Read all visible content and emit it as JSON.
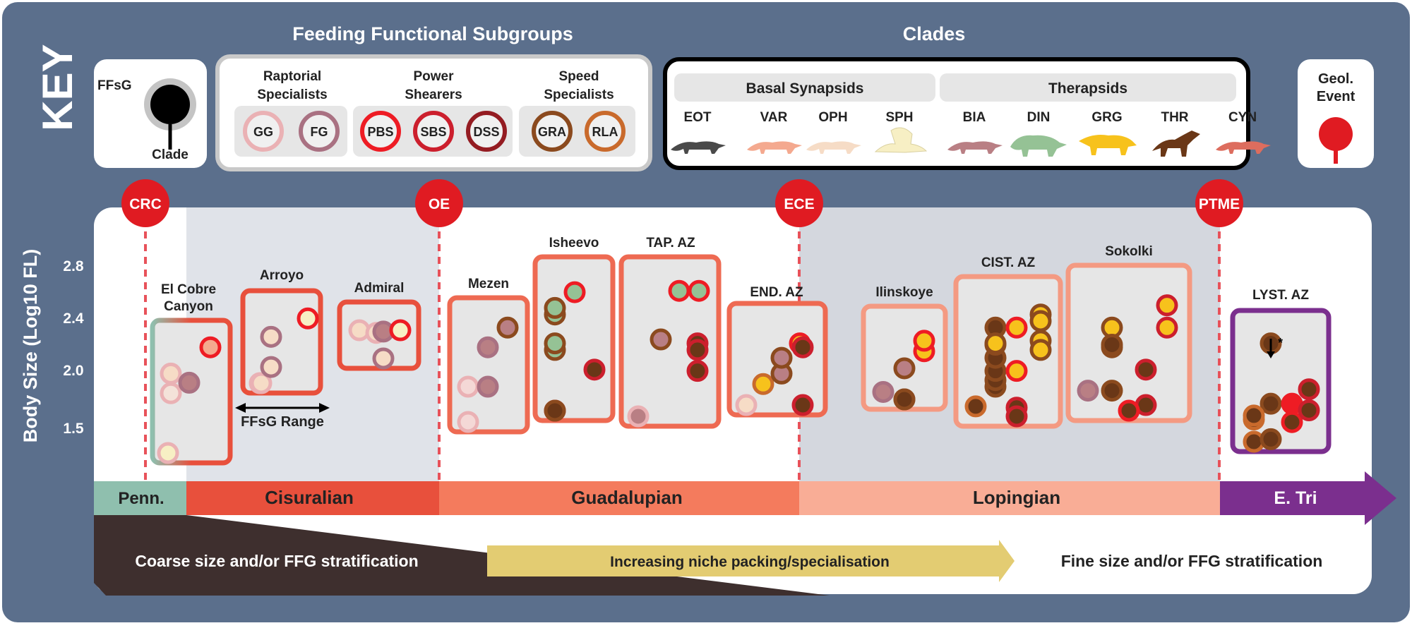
{
  "key": {
    "title": "KEY",
    "ffsg_label": "FFsG",
    "clade_label": "Clade",
    "geol_label_1": "Geol.",
    "geol_label_2": "Event"
  },
  "ffs": {
    "header": "Feeding Functional Subgroups",
    "groups": [
      {
        "label1": "Raptorial",
        "label2": "Specialists",
        "items": [
          {
            "abbr": "GG",
            "color": "#eab1b4"
          },
          {
            "abbr": "FG",
            "color": "#a97182"
          }
        ]
      },
      {
        "label1": "Power",
        "label2": "Shearers",
        "items": [
          {
            "abbr": "PBS",
            "color": "#ee1c24"
          },
          {
            "abbr": "SBS",
            "color": "#cc1f2d"
          },
          {
            "abbr": "DSS",
            "color": "#941c22"
          }
        ]
      },
      {
        "label1": "Speed",
        "label2": "Specialists",
        "items": [
          {
            "abbr": "GRA",
            "color": "#8b4a1e"
          },
          {
            "abbr": "RLA",
            "color": "#c96a2c"
          }
        ]
      }
    ]
  },
  "clades": {
    "header": "Clades",
    "group1": "Basal Synapsids",
    "group2": "Therapsids",
    "items": [
      {
        "abbr": "EOT",
        "color": "#4a4a4a"
      },
      {
        "abbr": "VAR",
        "color": "#f4a98f"
      },
      {
        "abbr": "OPH",
        "color": "#f6dcc6"
      },
      {
        "abbr": "SPH",
        "color": "#f7efc4"
      },
      {
        "abbr": "BIA",
        "color": "#b97f84"
      },
      {
        "abbr": "DIN",
        "color": "#95c295"
      },
      {
        "abbr": "GRG",
        "color": "#f7c21c"
      },
      {
        "abbr": "THR",
        "color": "#6a3717"
      },
      {
        "abbr": "CYN",
        "color": "#dd6d5e"
      }
    ]
  },
  "yaxis": {
    "label": "Body Size (Log10 FL)",
    "ticks": [
      "2.8",
      "2.4",
      "2.0",
      "1.5"
    ]
  },
  "events": [
    "CRC",
    "OE",
    "ECE",
    "PTME"
  ],
  "periods": [
    "Penn.",
    "Cisuralian",
    "Guadalupian",
    "Lopingian",
    "E. Tri"
  ],
  "ffsg_range": "FFsG Range",
  "footer": {
    "left": "Coarse size and/or FFG stratification",
    "middle": "Increasing niche packing/specialisation",
    "right": "Fine size and/or FFG stratification"
  },
  "assemblages": [
    {
      "name": "El Cobre",
      "name2": "Canyon",
      "ring": "#e8503c",
      "ring2": "#8fbfae",
      "points": [
        {
          "fill": "#f7efc4",
          "ring": "#eab1b4",
          "y": 1.3
        },
        {
          "fill": "#f4e2d9",
          "ring": "#eab1b4",
          "y": 1.95
        },
        {
          "fill": "#f6dcc6",
          "ring": "#eab1b4",
          "y": 2.1
        },
        {
          "fill": "#b97f84",
          "ring": "#a97182",
          "y": 2.03
        },
        {
          "fill": "#f4a98f",
          "ring": "#ee1c24",
          "y": 2.3
        }
      ]
    },
    {
      "name": "Arroyo",
      "ring": "#e8503c",
      "points": [
        {
          "fill": "#f6dcc6",
          "ring": "#eab1b4",
          "y": 1.97
        },
        {
          "fill": "#f6dcc6",
          "ring": "#eab1b4",
          "y": 2.02
        },
        {
          "fill": "#f6dcc6",
          "ring": "#a97182",
          "y": 2.15
        },
        {
          "fill": "#f6dcc6",
          "ring": "#a97182",
          "y": 2.38
        },
        {
          "fill": "#f7efc4",
          "ring": "#ee1c24",
          "y": 2.52
        }
      ]
    },
    {
      "name": "Admiral",
      "ring": "#e8503c",
      "points": [
        {
          "fill": "#f6dcc6",
          "ring": "#eab1b4",
          "y": 2.43
        },
        {
          "fill": "#f6dcc6",
          "ring": "#eab1b4",
          "y": 2.41
        },
        {
          "fill": "#b97f84",
          "ring": "#a97182",
          "y": 2.42
        },
        {
          "fill": "#f7efc4",
          "ring": "#ee1c24",
          "y": 2.43
        },
        {
          "fill": "#f6dcc6",
          "ring": "#a97182",
          "y": 2.17
        }
      ]
    },
    {
      "name": "Mezen",
      "ring": "#ee6a52",
      "points": [
        {
          "fill": "#f4d8d6",
          "ring": "#eab1b4",
          "y": 1.6
        },
        {
          "fill": "#f4d8d6",
          "ring": "#eab1b4",
          "y": 2.0
        },
        {
          "fill": "#b97f84",
          "ring": "#a97182",
          "y": 2.0
        },
        {
          "fill": "#b97f84",
          "ring": "#a97182",
          "y": 2.3
        },
        {
          "fill": "#b97f84",
          "ring": "#8b4a1e",
          "y": 2.45
        }
      ]
    },
    {
      "name": "Isheevo",
      "ring": "#ee6a52",
      "points": [
        {
          "fill": "#6a3717",
          "ring": "#ee1c24",
          "y": 1.7
        },
        {
          "fill": "#6a3717",
          "ring": "#8b4a1e",
          "y": 1.8
        },
        {
          "fill": "#95c295",
          "ring": "#8b4a1e",
          "y": 2.28
        },
        {
          "fill": "#95c295",
          "ring": "#8b4a1e",
          "y": 2.33
        },
        {
          "fill": "#95c295",
          "ring": "#8b4a1e",
          "y": 2.55
        },
        {
          "fill": "#95c295",
          "ring": "#8b4a1e",
          "y": 2.6
        },
        {
          "fill": "#95c295",
          "ring": "#ee1c24",
          "y": 2.72
        },
        {
          "fill": "#6a3717",
          "ring": "#cc1f2d",
          "y": 2.13
        }
      ]
    },
    {
      "name": "TAP. AZ",
      "ring": "#ee6a52",
      "points": [
        {
          "fill": "#b97f84",
          "ring": "#eab1b4",
          "y": 1.65
        },
        {
          "fill": "#b97f84",
          "ring": "#8b4a1e",
          "y": 2.36
        },
        {
          "fill": "#95c295",
          "ring": "#ee1c24",
          "y": 2.73
        },
        {
          "fill": "#95c295",
          "ring": "#ee1c24",
          "y": 2.73
        },
        {
          "fill": "#6a3717",
          "ring": "#cc1f2d",
          "y": 2.33
        },
        {
          "fill": "#6a3717",
          "ring": "#cc1f2d",
          "y": 2.28
        },
        {
          "fill": "#6a3717",
          "ring": "#cc1f2d",
          "y": 2.12
        }
      ]
    },
    {
      "name": "END. AZ",
      "ring": "#ee6a52",
      "points": [
        {
          "fill": "#f6dcc6",
          "ring": "#eab1b4",
          "y": 1.78
        },
        {
          "fill": "#f7c21c",
          "ring": "#c96a2c",
          "y": 2.02
        },
        {
          "fill": "#b97f84",
          "ring": "#8b4a1e",
          "y": 2.1
        },
        {
          "fill": "#b97f84",
          "ring": "#8b4a1e",
          "y": 2.22
        },
        {
          "fill": "#f7c21c",
          "ring": "#ee1c24",
          "y": 2.33
        },
        {
          "fill": "#6a3717",
          "ring": "#cc1f2d",
          "y": 2.3
        },
        {
          "fill": "#6a3717",
          "ring": "#cc1f2d",
          "y": 1.85
        }
      ]
    },
    {
      "name": "Ilinskoye",
      "ring": "#f49a82",
      "points": [
        {
          "fill": "#b97f84",
          "ring": "#a97182",
          "y": 1.96
        },
        {
          "fill": "#6a3717",
          "ring": "#8b4a1e",
          "y": 1.85
        },
        {
          "fill": "#6a3717",
          "ring": "#8b4a1e",
          "y": 1.9
        },
        {
          "fill": "#b97f84",
          "ring": "#8b4a1e",
          "y": 2.14
        },
        {
          "fill": "#f7c21c",
          "ring": "#ee1c24",
          "y": 2.27
        },
        {
          "fill": "#f7c21c",
          "ring": "#ee1c24",
          "y": 2.35
        }
      ]
    },
    {
      "name": "CIST. AZ",
      "ring": "#f49a82",
      "points": [
        {
          "fill": "#6a3717",
          "ring": "#c96a2c",
          "y": 1.85
        },
        {
          "fill": "#6a3717",
          "ring": "#8b4a1e",
          "y": 2.0
        },
        {
          "fill": "#6a3717",
          "ring": "#8b4a1e",
          "y": 2.05
        },
        {
          "fill": "#6a3717",
          "ring": "#8b4a1e",
          "y": 2.12
        },
        {
          "fill": "#6a3717",
          "ring": "#8b4a1e",
          "y": 2.22
        },
        {
          "fill": "#6a3717",
          "ring": "#8b4a1e",
          "y": 2.32
        },
        {
          "fill": "#6a3717",
          "ring": "#8b4a1e",
          "y": 2.45
        },
        {
          "fill": "#f7c21c",
          "ring": "#8b4a1e",
          "y": 2.33
        },
        {
          "fill": "#f7c21c",
          "ring": "#ee1c24",
          "y": 2.45
        },
        {
          "fill": "#f7c21c",
          "ring": "#ee1c24",
          "y": 2.12
        },
        {
          "fill": "#f7c21c",
          "ring": "#8b4a1e",
          "y": 2.55
        },
        {
          "fill": "#f7c21c",
          "ring": "#8b4a1e",
          "y": 2.5
        },
        {
          "fill": "#f7c21c",
          "ring": "#8b4a1e",
          "y": 2.35
        },
        {
          "fill": "#f7c21c",
          "ring": "#8b4a1e",
          "y": 2.28
        },
        {
          "fill": "#6a3717",
          "ring": "#cc1f2d",
          "y": 1.84
        },
        {
          "fill": "#6a3717",
          "ring": "#cc1f2d",
          "y": 1.66
        }
      ]
    },
    {
      "name": "Sokolki",
      "ring": "#f49a82",
      "points": [
        {
          "fill": "#b97f84",
          "ring": "#a97182",
          "y": 1.97
        },
        {
          "fill": "#6a3717",
          "ring": "#8b4a1e",
          "y": 1.97
        },
        {
          "fill": "#6a3717",
          "ring": "#8b4a1e",
          "y": 2.3
        },
        {
          "fill": "#f7c21c",
          "ring": "#8b4a1e",
          "y": 2.45
        },
        {
          "fill": "#f7c21c",
          "ring": "#cc1f2d",
          "y": 2.62
        },
        {
          "fill": "#f7c21c",
          "ring": "#cc1f2d",
          "y": 2.45
        },
        {
          "fill": "#6a3717",
          "ring": "#cc1f2d",
          "y": 2.13
        },
        {
          "fill": "#6a3717",
          "ring": "#cc1f2d",
          "y": 1.86
        },
        {
          "fill": "#6a3717",
          "ring": "#ee1c24",
          "y": 1.68
        },
        {
          "fill": "#6a3717",
          "ring": "#8b4a1e",
          "y": 2.32
        }
      ]
    },
    {
      "name": "LYST. AZ",
      "ring": "#7b2f8e",
      "points": [
        {
          "fill": "#6a3717",
          "ring": "#8b4a1e",
          "y": 2.33
        },
        {
          "fill": "#6a3717",
          "ring": "#8b4a1e",
          "y": 1.87
        },
        {
          "fill": "#6a3717",
          "ring": "#c96a2c",
          "y": 1.75
        },
        {
          "fill": "#6a3717",
          "ring": "#c96a2c",
          "y": 1.78
        },
        {
          "fill": "#6a3717",
          "ring": "#c96a2c",
          "y": 1.48
        },
        {
          "fill": "#6a3717",
          "ring": "#8b4a1e",
          "y": 1.6
        },
        {
          "fill": "#ee1c24",
          "ring": "#ee1c24",
          "y": 1.87
        },
        {
          "fill": "#6a3717",
          "ring": "#ee1c24",
          "y": 1.73
        },
        {
          "fill": "#6a3717",
          "ring": "#cc1f2d",
          "y": 1.82
        },
        {
          "fill": "#6a3717",
          "ring": "#cc1f2d",
          "y": 1.98
        }
      ]
    }
  ],
  "lyst_annotation": "*"
}
